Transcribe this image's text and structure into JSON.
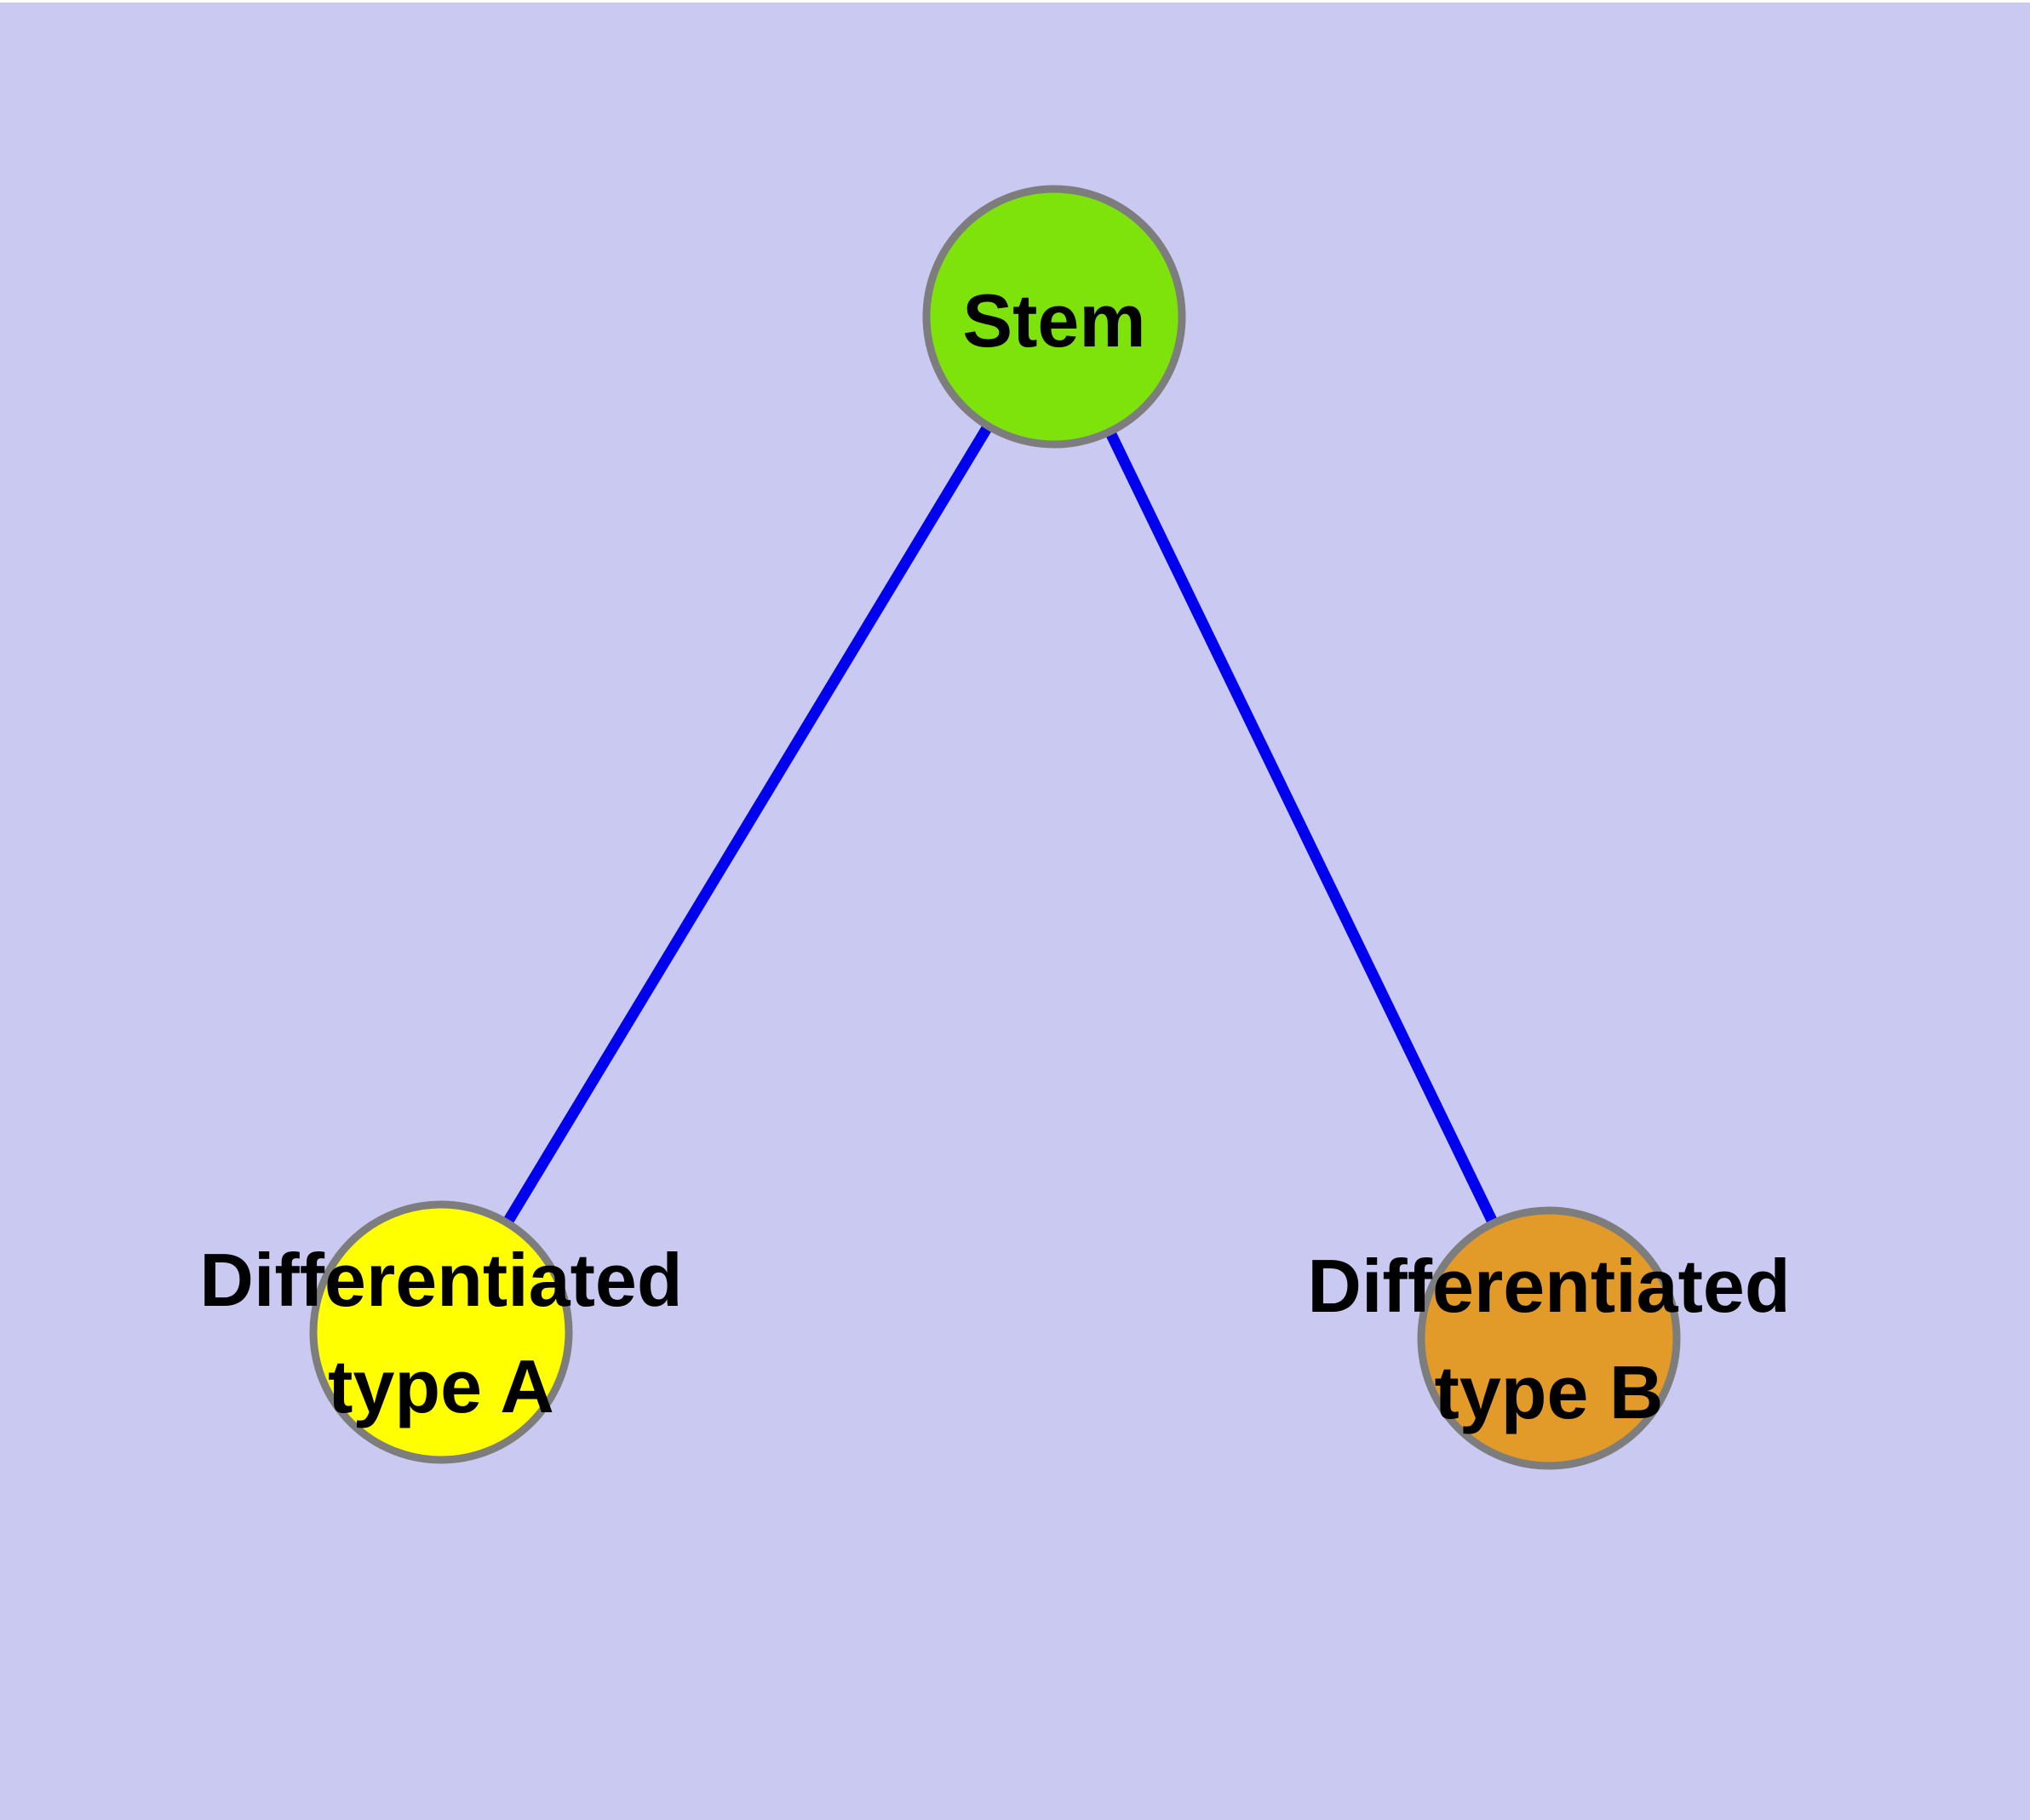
{
  "diagram": {
    "type": "graph",
    "background_color": "#c9c9f1",
    "top_strip_color": "#ffffff",
    "edge_color": "#0000ee",
    "node_border_color": "#7d7d7d",
    "label_color": "#000000",
    "nodes": {
      "stem": {
        "label": "Stem",
        "fill": "#7de30b"
      },
      "type_a": {
        "label_line1": "Differentiated",
        "label_line2": "type A",
        "fill": "#ffff00"
      },
      "type_b": {
        "label_line1": "Differentiated",
        "label_line2": "type B",
        "fill": "#e29a28"
      }
    },
    "edges": [
      {
        "from": "Stem",
        "to": "Differentiated type A"
      },
      {
        "from": "Stem",
        "to": "Differentiated type B"
      }
    ]
  }
}
